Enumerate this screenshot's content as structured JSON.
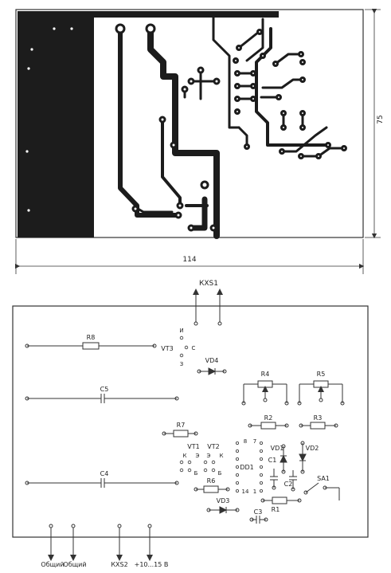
{
  "pcb": {
    "dim_width": "114",
    "dim_height": "75"
  },
  "layout": {
    "components": {
      "R8": "R8",
      "C5": "C5",
      "C4": "C4",
      "R7": "R7",
      "VT3": "VT3",
      "VD4": "VD4",
      "R4": "R4",
      "R5": "R5",
      "R2": "R2",
      "R3": "R3",
      "VT1": "VT1",
      "VT2": "VT2",
      "R6": "R6",
      "VD3": "VD3",
      "DD1": "DD1",
      "VD1": "VD1",
      "VD2": "VD2",
      "C1": "C1",
      "C2": "C2",
      "SA1": "SA1",
      "R1": "R1",
      "C3": "C3"
    },
    "pins": {
      "vt3_u": "И",
      "vt3_c": "С",
      "vt3_z": "З",
      "vt1_k": "К",
      "vt1_e": "Э",
      "vt1_b": "Б",
      "vt2_e": "Э",
      "vt2_k": "К",
      "vt2_b": "Б",
      "dd1_8": "8",
      "dd1_7": "7",
      "dd1_14": "14",
      "dd1_1": "1"
    },
    "connectors": {
      "kxs1": "КXS1",
      "kxs2": "КXS2",
      "common1": "Общий",
      "common2": "Общий",
      "supply": "+10...15 В"
    }
  },
  "colors": {
    "copper": "#1c1c1c",
    "line": "#333333",
    "board_bg": "#ffffff"
  }
}
